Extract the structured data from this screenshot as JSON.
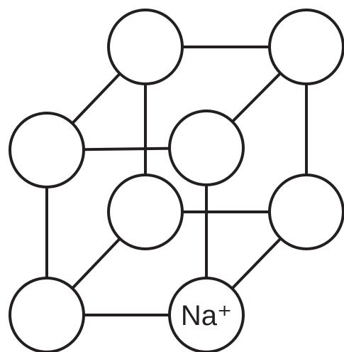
{
  "diagram": {
    "atoms": [
      {
        "id": "back-top-left",
        "label": ""
      },
      {
        "id": "back-top-right",
        "label": ""
      },
      {
        "id": "back-bottom-left",
        "label": ""
      },
      {
        "id": "back-bottom-right",
        "label": ""
      },
      {
        "id": "front-top-left",
        "label": ""
      },
      {
        "id": "front-top-right",
        "label": ""
      },
      {
        "id": "front-bottom-left",
        "label": ""
      },
      {
        "id": "front-bottom-right",
        "label": "Na⁺"
      }
    ],
    "bonds": [
      [
        "back-top-left",
        "back-top-right"
      ],
      [
        "back-top-left",
        "back-bottom-left"
      ],
      [
        "back-top-right",
        "back-bottom-right"
      ],
      [
        "back-bottom-left",
        "back-bottom-right"
      ],
      [
        "front-top-left",
        "front-top-right"
      ],
      [
        "front-top-left",
        "front-bottom-left"
      ],
      [
        "front-top-right",
        "front-bottom-right"
      ],
      [
        "front-bottom-left",
        "front-bottom-right"
      ],
      [
        "back-top-left",
        "front-top-left"
      ],
      [
        "back-top-right",
        "front-top-right"
      ],
      [
        "back-bottom-left",
        "front-bottom-left"
      ],
      [
        "back-bottom-right",
        "front-bottom-right"
      ]
    ]
  }
}
